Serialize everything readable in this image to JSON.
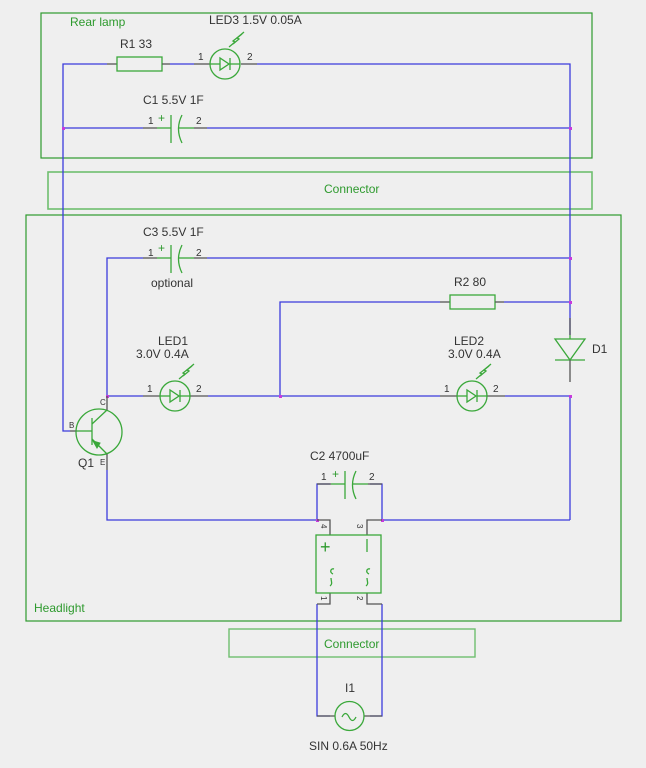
{
  "colors": {
    "wire": "#3b3bdc",
    "component": "#3aa83a",
    "group_box": "#2e9a2e",
    "junction": "#c93adc",
    "lead": "#555555",
    "background": "#efefef"
  },
  "groups": {
    "rear_lamp": "Rear lamp",
    "headlight": "Headlight",
    "connector_top": "Connector",
    "connector_bottom": "Connector"
  },
  "components": {
    "r1": {
      "ref": "R1",
      "value": "33",
      "label": "R1  33"
    },
    "led3": {
      "ref": "LED3",
      "value": "1.5V 0.05A",
      "label": "LED3 1.5V 0.05A",
      "pin1": "1",
      "pin2": "2"
    },
    "c1": {
      "ref": "C1",
      "value": "5.5V  1F",
      "label": "C1 5.5V   1F",
      "pin1": "1",
      "pin2": "2",
      "polarity": "+"
    },
    "c3": {
      "ref": "C3",
      "value": "5.5V  1F",
      "label": "C3 5.5V   1F",
      "note": "optional",
      "pin1": "1",
      "pin2": "2",
      "polarity": "+"
    },
    "r2": {
      "ref": "R2",
      "value": "80",
      "label": "R2  80"
    },
    "led1": {
      "ref": "LED1",
      "value": "3.0V 0.4A",
      "label": "LED1",
      "sublabel": "3.0V 0.4A",
      "pin1": "1",
      "pin2": "2"
    },
    "led2": {
      "ref": "LED2",
      "value": "3.0V 0.4A",
      "label": "LED2",
      "sublabel": "3.0V 0.4A",
      "pin1": "1",
      "pin2": "2"
    },
    "d1": {
      "ref": "D1",
      "label": "D1"
    },
    "q1": {
      "ref": "Q1",
      "label": "Q1",
      "pin_b": "B",
      "pin_c": "C",
      "pin_e": "E"
    },
    "c2": {
      "ref": "C2",
      "value": "4700uF",
      "label": "C2   4700uF",
      "pin1": "1",
      "pin2": "2",
      "polarity": "+"
    },
    "bridge": {
      "pin1": "1",
      "pin2": "2",
      "pin3": "3",
      "pin4": "4",
      "plus": "+",
      "minus": "−",
      "ac": "~"
    },
    "i1": {
      "ref": "I1",
      "value": "SIN 0.6A 50Hz",
      "label": "I1",
      "sublabel": "SIN 0.6A 50Hz"
    }
  }
}
